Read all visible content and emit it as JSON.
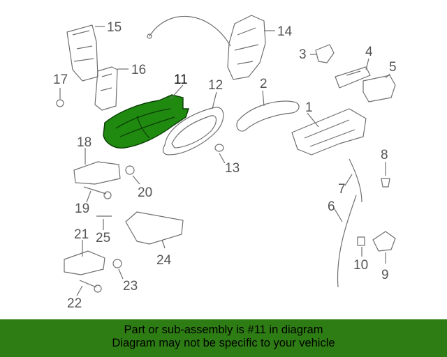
{
  "callouts": {
    "n1": "1",
    "n2": "2",
    "n3": "3",
    "n4": "4",
    "n5": "5",
    "n6": "6",
    "n7": "7",
    "n8": "8",
    "n9": "9",
    "n10": "10",
    "n11": "11",
    "n12": "12",
    "n13": "13",
    "n14": "14",
    "n15": "15",
    "n16": "16",
    "n17": "17",
    "n18": "18",
    "n19": "19",
    "n20": "20",
    "n21": "21",
    "n22": "22",
    "n23": "23",
    "n24": "24",
    "n25": "25"
  },
  "highlight_color": "#1f8a0f",
  "banner": {
    "line1": "Part or sub-assembly is #11 in diagram",
    "line2": "Diagram may not be specific to your vehicle",
    "color": "#2e7d14"
  }
}
